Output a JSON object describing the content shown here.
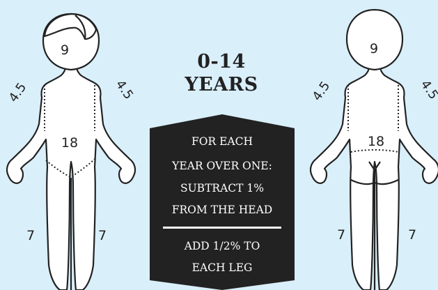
{
  "title": {
    "line1": "0-14",
    "line2": "YEARS"
  },
  "panel": {
    "lines": [
      "FOR EACH",
      "YEAR OVER ONE:",
      "SUBTRACT 1%",
      "FROM THE HEAD"
    ],
    "bottom_lines": [
      "ADD 1/2% TO",
      "EACH LEG"
    ]
  },
  "front_figure": {
    "head": "9",
    "left_arm": "4.5",
    "right_arm": "4.5",
    "trunk": "18",
    "left_leg": "7",
    "right_leg": "7"
  },
  "back_figure": {
    "head": "9",
    "left_arm": "4.5",
    "right_arm": "4.5",
    "trunk": "18",
    "left_leg": "7",
    "right_leg": "7"
  },
  "colors": {
    "background": "#d9effa",
    "panel": "#222222",
    "outline": "#222222"
  }
}
